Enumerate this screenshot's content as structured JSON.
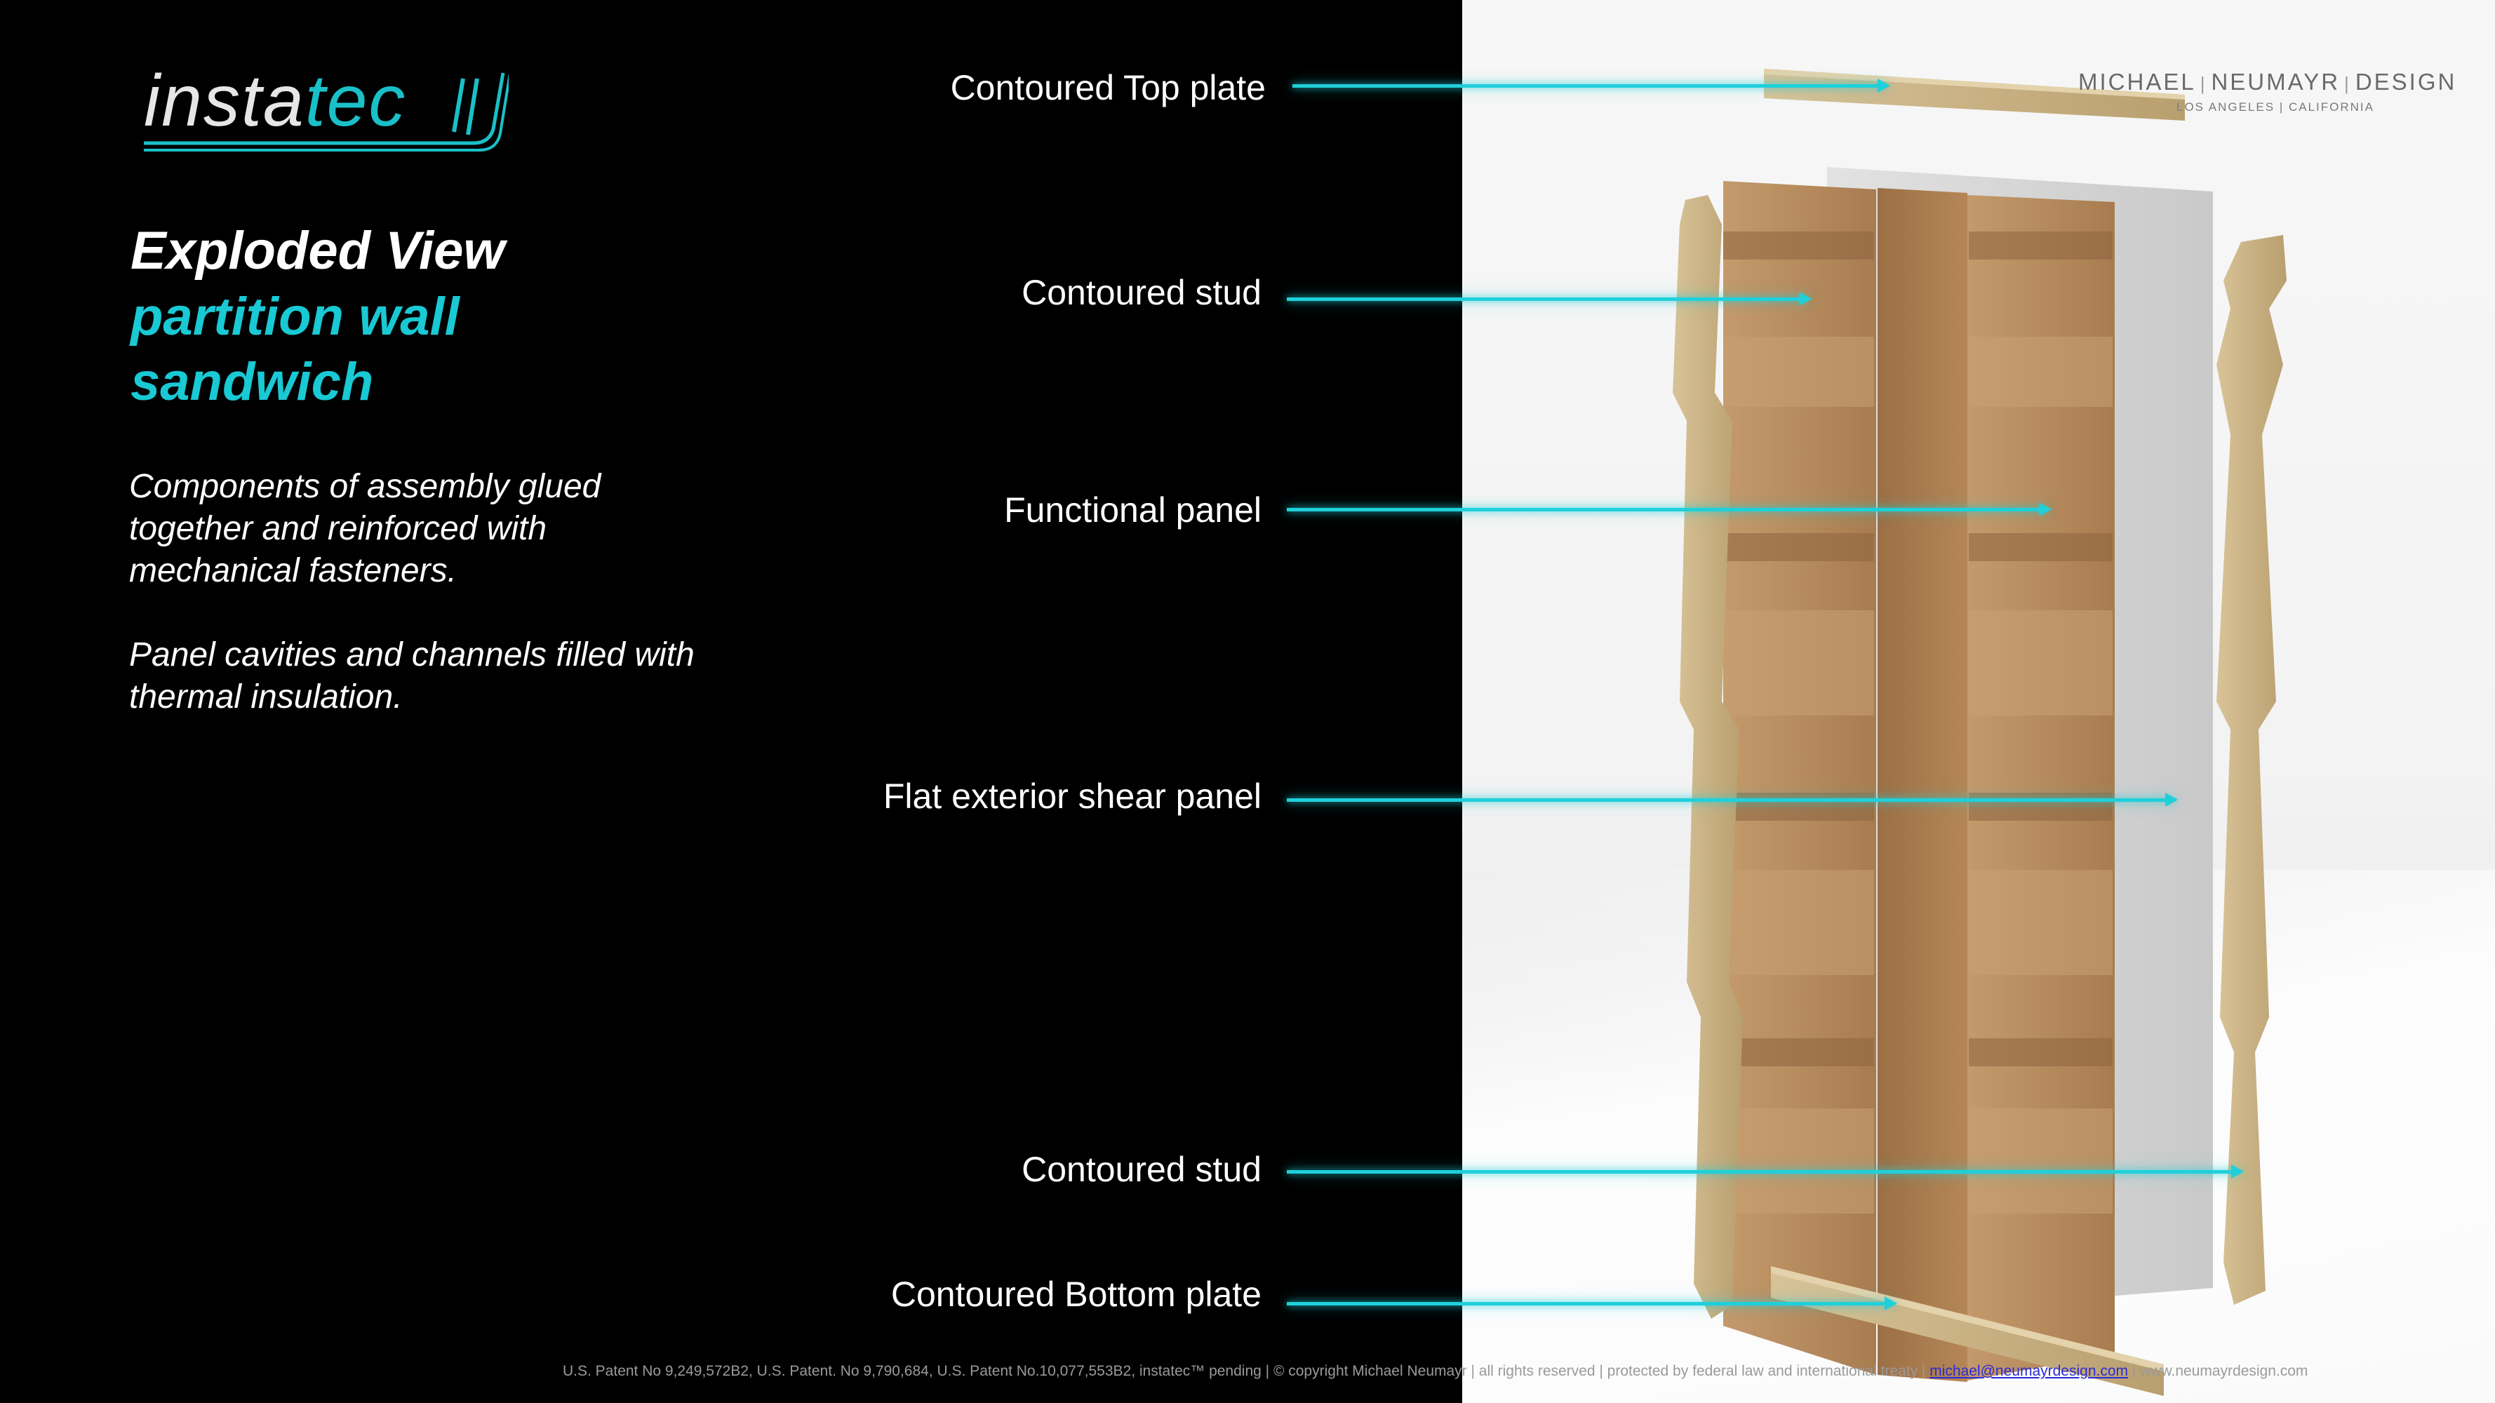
{
  "logo": {
    "part1": "insta",
    "part2": "tec"
  },
  "heading": {
    "title": "Exploded View",
    "subtitle": "partition wall sandwich"
  },
  "description": {
    "para1": "Components of assembly glued together and reinforced with mechanical fasteners.",
    "para2": "Panel cavities and channels filled with thermal insulation."
  },
  "callouts": [
    {
      "label": "Contoured Top plate"
    },
    {
      "label": "Contoured stud"
    },
    {
      "label": "Functional panel"
    },
    {
      "label": "Flat exterior shear panel"
    },
    {
      "label": "Contoured stud"
    },
    {
      "label": "Contoured Bottom plate"
    }
  ],
  "brand": {
    "name1": "MICHAEL",
    "name2": "NEUMAYR",
    "name3": "DESIGN",
    "separator": "|",
    "location": "LOS ANGELES | CALIFORNIA"
  },
  "footer": {
    "text": "U.S. Patent No 9,249,572B2, U.S. Patent. No 9,790,684, U.S. Patent No.10,077,553B2, instatec™ pending | © copyright Michael Neumayr | all rights reserved | protected by federal law and international treaty |",
    "email": "michael@neumayrdesign.com",
    "website": "| www.neumayrdesign.com"
  },
  "colors": {
    "accent": "#1fd0da",
    "background_dark": "#000000",
    "background_light": "#f4f4f4",
    "wood": "#b88a5c"
  }
}
